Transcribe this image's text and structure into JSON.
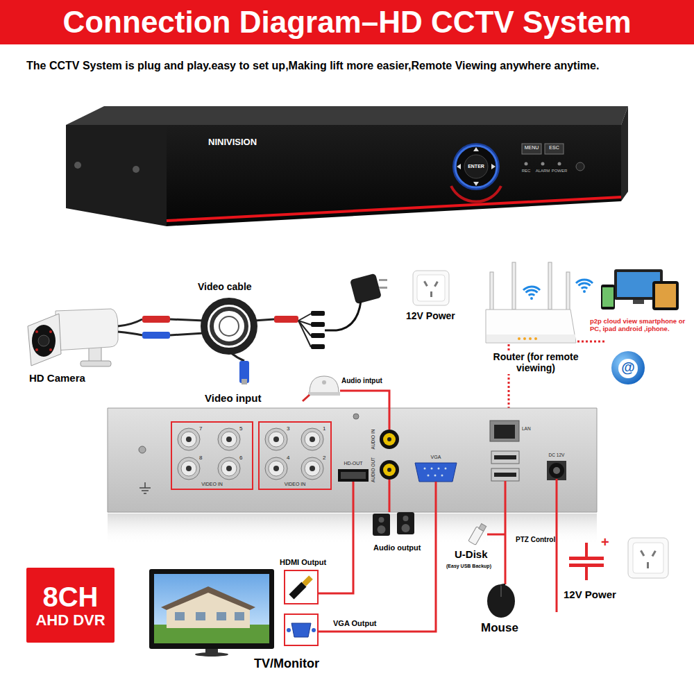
{
  "diagram": {
    "title": "Connection Diagram–HD CCTV System",
    "caption": "The CCTV System is plug and play.easy to set up,Making lift more easier,Remote Viewing anywhere anytime.",
    "nodes": [
      {
        "text": [
          "VIDEO IN"
        ]
      },
      {
        "text": [
          "VIDEO IN"
        ]
      },
      {
        "text": [
          "8CH",
          "AHD DVR"
        ]
      }
    ],
    "labels": [
      "NINIVISION",
      "MENU",
      "ESC",
      "ENTER",
      "REC",
      "ALARM",
      "POWER",
      "Video cable",
      "12V Power",
      "HD Camera",
      "Video input",
      "Audio intput",
      "Router (for remote viewing)",
      "p2p cloud view smartphone or PC, ipad android ,iphone.",
      "@",
      "7",
      "5",
      "3",
      "1",
      "8",
      "6",
      "4",
      "2",
      "AUDIO IN",
      "AUDIO OUT",
      "HD-OUT",
      "VGA",
      "LAN",
      "DC 12V",
      "Audio output",
      "HDMI Output",
      "U-Disk",
      "(Easy USB Backup)",
      "PTZ Control",
      "Mouse",
      "+",
      "12V Power",
      "VGA Output",
      "TV/Monitor"
    ]
  }
}
